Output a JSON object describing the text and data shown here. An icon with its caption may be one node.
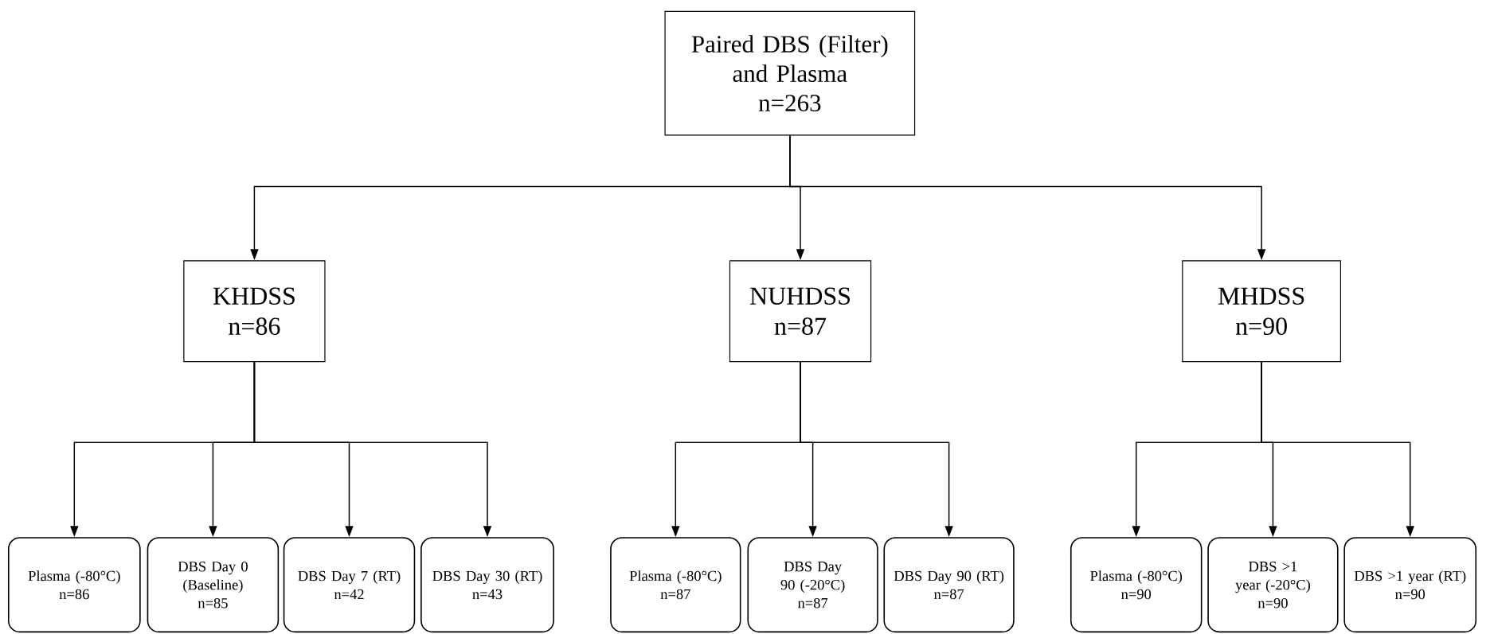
{
  "diagram": {
    "nodes": [
      {
        "text": [
          "Paired DBS (Filter) and Plasma",
          "n=263"
        ]
      },
      {
        "text": [
          "KHDSS",
          "n=86"
        ]
      },
      {
        "text": [
          "NUHDSS",
          "n=87"
        ]
      },
      {
        "text": [
          "MHDSS",
          "n=90"
        ]
      },
      {
        "text": [
          "Plasma (-80°C)",
          "n=86"
        ]
      },
      {
        "text": [
          "DBS Day 0 (Baseline)",
          "n=85"
        ]
      },
      {
        "text": [
          "DBS Day 7 (RT)",
          "n=42"
        ]
      },
      {
        "text": [
          "DBS Day 30 (RT)",
          "n=43"
        ]
      },
      {
        "text": [
          "Plasma (-80°C)",
          "n=87"
        ]
      },
      {
        "text": [
          "DBS Day 90 (-20°C)",
          "n=87"
        ]
      },
      {
        "text": [
          "DBS Day 90 (RT)",
          "n=87"
        ]
      },
      {
        "text": [
          "Plasma (-80°C)",
          "n=90"
        ]
      },
      {
        "text": [
          "DBS >1 year (-20°C)",
          "n=90"
        ]
      },
      {
        "text": [
          "DBS >1 year (RT)",
          "n=90"
        ]
      }
    ],
    "edges": [
      {
        "from": 0,
        "to": 1,
        "arrow": "to"
      },
      {
        "from": 0,
        "to": 2,
        "arrow": "to"
      },
      {
        "from": 0,
        "to": 3,
        "arrow": "to"
      },
      {
        "from": 1,
        "to": 4,
        "arrow": "to"
      },
      {
        "from": 1,
        "to": 5,
        "arrow": "to"
      },
      {
        "from": 1,
        "to": 6,
        "arrow": "to"
      },
      {
        "from": 1,
        "to": 7,
        "arrow": "to"
      },
      {
        "from": 2,
        "to": 8,
        "arrow": "to"
      },
      {
        "from": 2,
        "to": 9,
        "arrow": "to"
      },
      {
        "from": 2,
        "to": 10,
        "arrow": "to"
      },
      {
        "from": 3,
        "to": 11,
        "arrow": "to"
      },
      {
        "from": 3,
        "to": 12,
        "arrow": "to"
      },
      {
        "from": 3,
        "to": 13,
        "arrow": "to"
      }
    ]
  }
}
